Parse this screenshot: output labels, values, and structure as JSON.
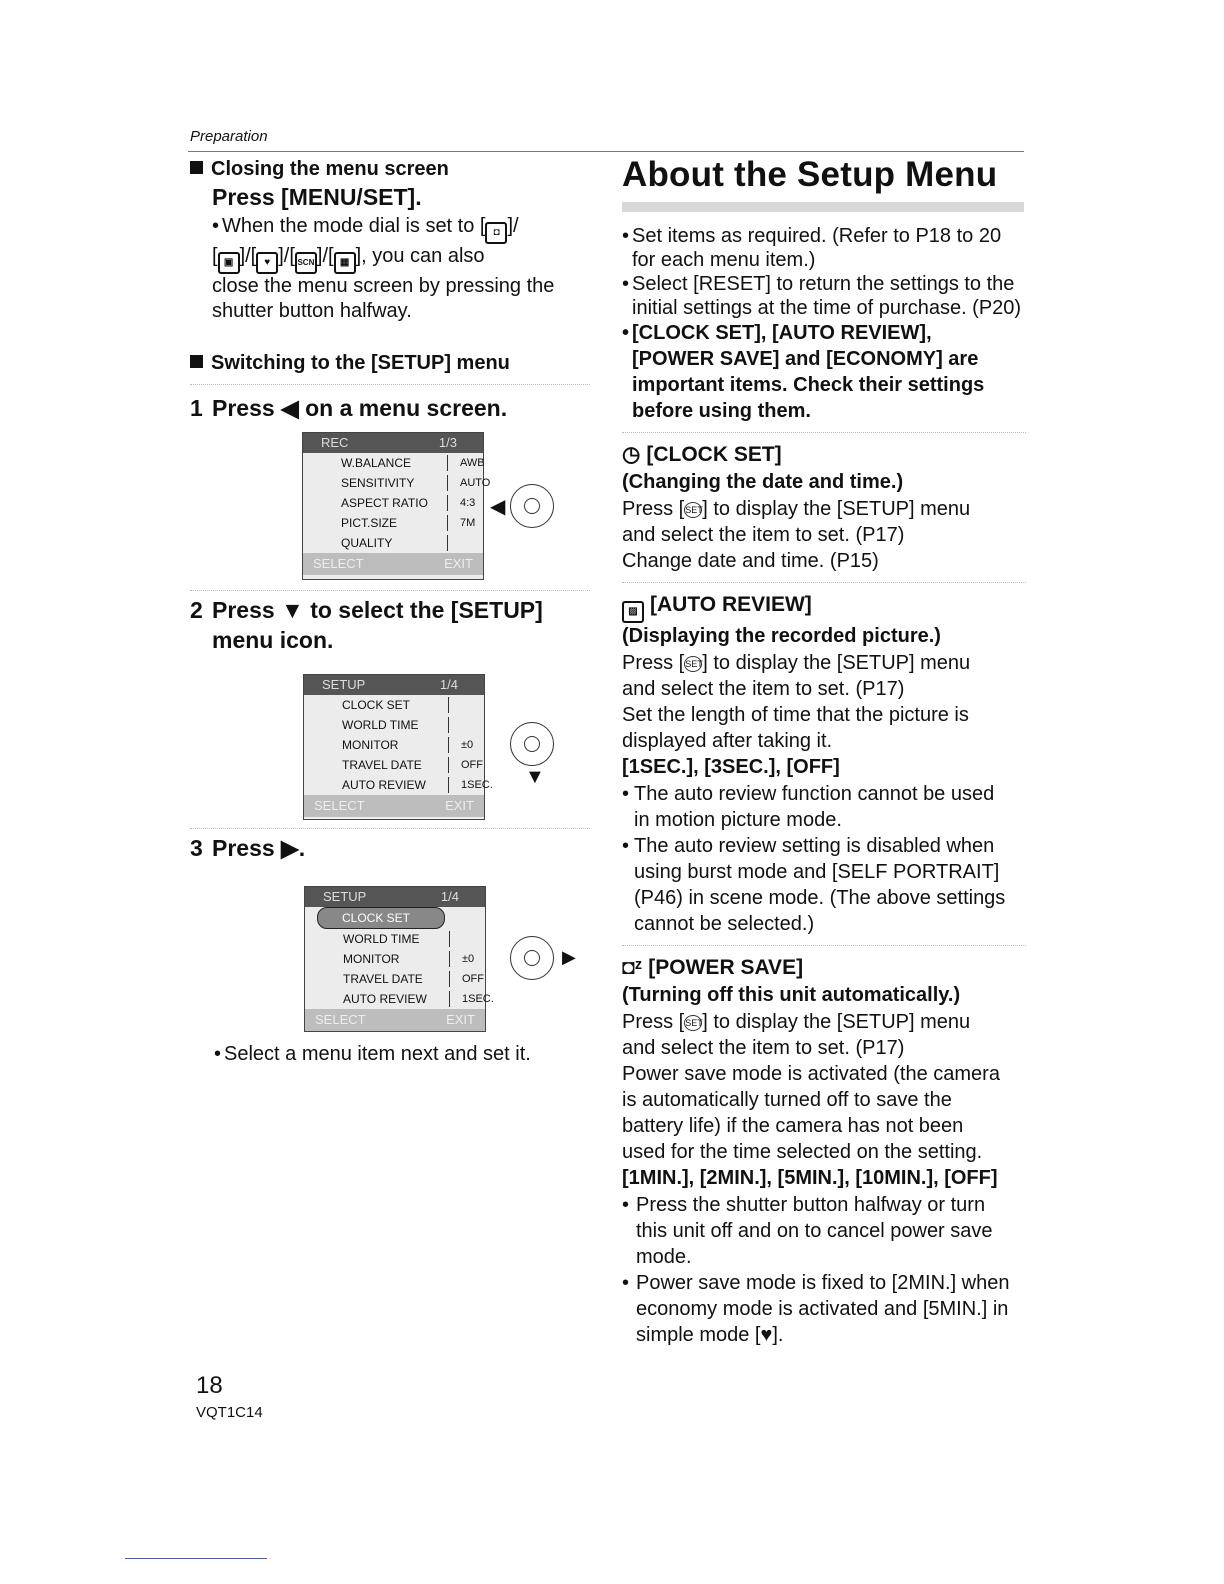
{
  "header": {
    "section": "Preparation"
  },
  "left": {
    "closing": {
      "heading": "Closing the menu screen",
      "press": "Press [MENU/SET].",
      "bullet_a": "When the mode dial is set to [",
      "bullet_b": "]/",
      "bullet_c": "[",
      "bullet_d": "]/[",
      "bullet_e": "]/[",
      "bullet_f": "]/[",
      "bullet_g": "], you can also",
      "bullet_h": "close the menu screen by pressing the",
      "bullet_i": "shutter button halfway."
    },
    "switching": {
      "heading": "Switching to the [SETUP] menu"
    },
    "step1": {
      "num": "1",
      "text": "Press ◀ on a menu screen."
    },
    "step2": {
      "num": "2",
      "line1": "Press ▼ to select the [SETUP]",
      "line2": "menu icon."
    },
    "step3": {
      "num": "3",
      "text": "Press ▶."
    },
    "final_bullet": "Select a menu item next and set it.",
    "lcd_rec": {
      "title": "REC",
      "page": "1/3",
      "rows": [
        {
          "label": "W.BALANCE",
          "value": "AWB"
        },
        {
          "label": "SENSITIVITY",
          "value": "AUTO"
        },
        {
          "label": "ASPECT RATIO",
          "value": "4:3"
        },
        {
          "label": "PICT.SIZE",
          "value": "7M"
        },
        {
          "label": "QUALITY",
          "value": ""
        }
      ],
      "select": "SELECT",
      "exit": "EXIT"
    },
    "lcd_setup1": {
      "title": "SETUP",
      "page": "1/4",
      "rows": [
        {
          "label": "CLOCK SET",
          "value": ""
        },
        {
          "label": "WORLD TIME",
          "value": ""
        },
        {
          "label": "MONITOR",
          "value": "±0"
        },
        {
          "label": "TRAVEL DATE",
          "value": "OFF"
        },
        {
          "label": "AUTO REVIEW",
          "value": "1SEC."
        }
      ],
      "select": "SELECT",
      "exit": "EXIT"
    },
    "lcd_setup2": {
      "title": "SETUP",
      "page": "1/4",
      "rows": [
        {
          "label": "CLOCK SET",
          "value": ""
        },
        {
          "label": "WORLD TIME",
          "value": ""
        },
        {
          "label": "MONITOR",
          "value": "±0"
        },
        {
          "label": "TRAVEL DATE",
          "value": "OFF"
        },
        {
          "label": "AUTO REVIEW",
          "value": "1SEC."
        }
      ],
      "select": "SELECT",
      "exit": "EXIT"
    }
  },
  "right": {
    "title": "About the Setup Menu",
    "intro": [
      "Set items as required. (Refer to P18 to 20",
      "for each menu item.)",
      "Select [RESET] to return the settings to the",
      "initial settings at the time of purchase. (P20)"
    ],
    "important": [
      "[CLOCK SET], [AUTO REVIEW],",
      "[POWER SAVE] and [ECONOMY] are",
      "important items. Check their settings",
      "before using them."
    ],
    "clock": {
      "heading": "[CLOCK SET]",
      "sub": "(Changing the date and time.)",
      "l1a": "Press [",
      "l1b": "] to display the [SETUP] menu",
      "l2": "and select the item to set. (P17)",
      "l3": "Change date and time. (P15)"
    },
    "review": {
      "heading": "[AUTO REVIEW]",
      "sub": "(Displaying the recorded picture.)",
      "l1a": "Press [",
      "l1b": "] to display the [SETUP] menu",
      "l2": "and select the item to set. (P17)",
      "l3": "Set the length of time that the picture is",
      "l4": "displayed after taking it.",
      "options": "[1SEC.], [3SEC.], [OFF]",
      "b1": [
        "The auto review function cannot be used",
        "in motion picture mode."
      ],
      "b2": [
        "The auto review setting is disabled when",
        "using  burst mode and [SELF PORTRAIT]",
        "(P46) in scene mode. (The above settings",
        "cannot be selected.)"
      ]
    },
    "power": {
      "heading": "[POWER SAVE]",
      "sub": "(Turning off this unit automatically.)",
      "l1a": "Press [",
      "l1b": "] to display the [SETUP] menu",
      "l2": "and select the item to set. (P17)",
      "l3": "Power save mode is activated (the camera",
      "l4": "is automatically turned off to save the",
      "l5": "battery life) if the camera has not been",
      "l6": "used for the time selected on the setting.",
      "options": "[1MIN.], [2MIN.], [5MIN.], [10MIN.], [OFF]",
      "b1": [
        "Press the shutter button halfway or turn",
        "this unit off and on to cancel power save",
        "mode."
      ],
      "b2": [
        "Power save mode is fixed to [2MIN.] when",
        "economy mode is activated and [5MIN.] in",
        "simple mode [♥]."
      ]
    },
    "menu_icon_label": "MENU SET"
  },
  "footer": {
    "page": "18",
    "model": "VQT1C14"
  },
  "icons": {
    "camera": "camera-icon",
    "heart": "heart-icon",
    "clock": "clock-icon",
    "review": "review-icon",
    "power": "power-save-icon"
  }
}
